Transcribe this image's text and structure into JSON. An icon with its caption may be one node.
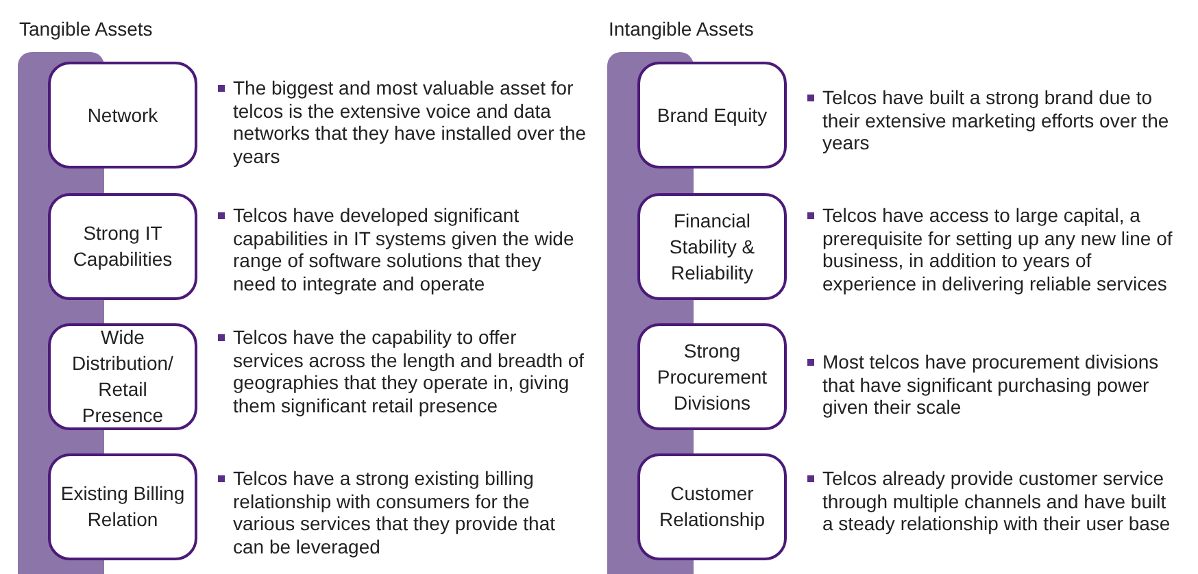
{
  "diagram": {
    "nodes": [
      {
        "text": [
          "Tangible Assets"
        ]
      },
      {
        "text": [
          "Network"
        ],
        "in": 0,
        "beside": [
          "The biggest and most valuable asset for telcos is the extensive voice and data networks that they have installed over the years"
        ]
      },
      {
        "text": [
          "Strong IT Capabilities"
        ],
        "in": 0,
        "beside": [
          "Telcos have developed significant capabilities in IT systems given the wide range of software solutions that they need to integrate and operate"
        ]
      },
      {
        "text": [
          "Wide Distribution/ Retail Presence"
        ],
        "in": 0,
        "beside": [
          "Telcos have the capability to offer services across the length and breadth of geographies that they operate in, giving them significant retail presence"
        ]
      },
      {
        "text": [
          "Existing Billing Relation"
        ],
        "in": 0,
        "beside": [
          "Telcos have a strong existing billing relationship with consumers for the various services that they provide that can be leveraged"
        ]
      },
      {
        "text": [
          "Intangible Assets"
        ]
      },
      {
        "text": [
          "Brand Equity"
        ],
        "in": 5,
        "beside": [
          "Telcos have built a strong brand due to their extensive marketing efforts over the years"
        ]
      },
      {
        "text": [
          "Financial Stability & Reliability"
        ],
        "in": 5,
        "beside": [
          "Telcos have access to large capital, a prerequisite for setting up any new line of business, in addition to years of experience in delivering reliable services"
        ]
      },
      {
        "text": [
          "Strong Procurement Divisions"
        ],
        "in": 5,
        "beside": [
          "Most telcos have procurement divisions that have significant purchasing power given their scale"
        ]
      },
      {
        "text": [
          "Customer Relationship"
        ],
        "in": 5,
        "beside": [
          "Telcos already provide customer service through multiple channels and have built a steady relationship with their user base"
        ]
      }
    ]
  }
}
